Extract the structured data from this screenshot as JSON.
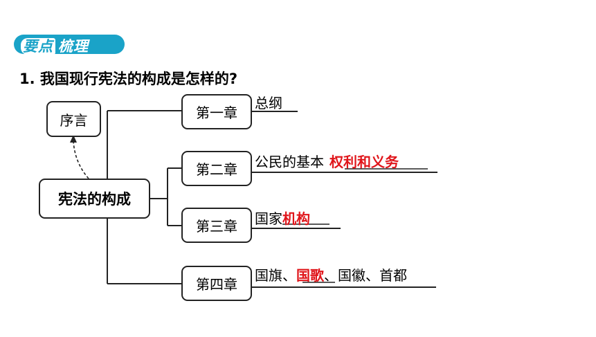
{
  "badge": {
    "part1": "要点",
    "part2": "梳理"
  },
  "question": "1. 我国现行宪法的构成是怎样的?",
  "diagram": {
    "preface": "序言",
    "center": "宪法的构成",
    "chapters": [
      {
        "label": "第一章",
        "prefix": "总纲",
        "answer": "",
        "suffix": ""
      },
      {
        "label": "第二章",
        "prefix": "公民的基本",
        "answer": "权利和义务",
        "suffix": ""
      },
      {
        "label": "第三章",
        "prefix": "国家",
        "answer": "机构",
        "suffix": ""
      },
      {
        "label": "第四章",
        "prefix": "国旗、",
        "answer": "国歌",
        "suffix": "、国徽、首都"
      }
    ]
  },
  "colors": {
    "answer": "#e0161b",
    "badge": "#1aa3c8"
  }
}
